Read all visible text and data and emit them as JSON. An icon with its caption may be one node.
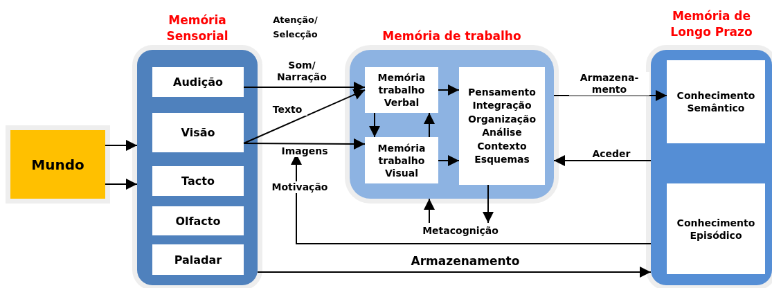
{
  "diagram": {
    "nodes": [
      {
        "text": [
          "Mundo"
        ]
      },
      {
        "text": [
          "Memória Sensorial"
        ]
      },
      {
        "text": [
          "Audição"
        ],
        "in": 1
      },
      {
        "text": [
          "Visão"
        ],
        "in": 1
      },
      {
        "text": [
          "Tacto"
        ],
        "in": 1
      },
      {
        "text": [
          "Olfacto"
        ],
        "in": 1
      },
      {
        "text": [
          "Paladar"
        ],
        "in": 1
      },
      {
        "text": [
          "Memória de trabalho"
        ]
      },
      {
        "text": [
          "Memória trabalho Verbal"
        ],
        "in": 7
      },
      {
        "text": [
          "Memória trabalho Visual"
        ],
        "in": 7
      },
      {
        "text": [
          "Pensamento Integração Organização Análise Contexto Esquemas"
        ],
        "in": 7
      },
      {
        "text": [
          "Memória de Longo Prazo"
        ]
      },
      {
        "text": [
          "Conhecimento Semântico"
        ],
        "in": 11
      },
      {
        "text": [
          "Conhecimento Episódico"
        ],
        "in": 11
      },
      {
        "text": [
          "Metacognição"
        ]
      }
    ],
    "edges": [
      {
        "from": 0,
        "to": 1,
        "arrow": "to"
      },
      {
        "from": 0,
        "to": 1,
        "arrow": "to"
      },
      {
        "from": 2,
        "to": 8,
        "arrow": "to",
        "label": "Som/ Narração"
      },
      {
        "from": 3,
        "to": 8,
        "arrow": "to",
        "label": "Texto"
      },
      {
        "from": 3,
        "to": 9,
        "arrow": "to",
        "label": "Imagens"
      },
      {
        "from": 8,
        "to": 9,
        "arrow": "to"
      },
      {
        "from": 9,
        "to": 8,
        "arrow": "to"
      },
      {
        "from": 8,
        "to": 10,
        "arrow": "to"
      },
      {
        "from": 9,
        "to": 10,
        "arrow": "to"
      },
      {
        "from": 14,
        "to": 7,
        "arrow": "to"
      },
      {
        "from": 10,
        "to": 14,
        "arrow": "to"
      },
      {
        "from": 7,
        "to": 12,
        "arrow": "to",
        "label": "Armazena- mento"
      },
      {
        "from": 11,
        "to": 7,
        "arrow": "to",
        "label": "Aceder"
      },
      {
        "from": 11,
        "to": null,
        "arrow": "to",
        "label": "Motivação"
      },
      {
        "from": 1,
        "to": 11,
        "arrow": "to",
        "label": "Armazenamento"
      }
    ],
    "labels": [
      "Atenção/ Selecção"
    ]
  }
}
